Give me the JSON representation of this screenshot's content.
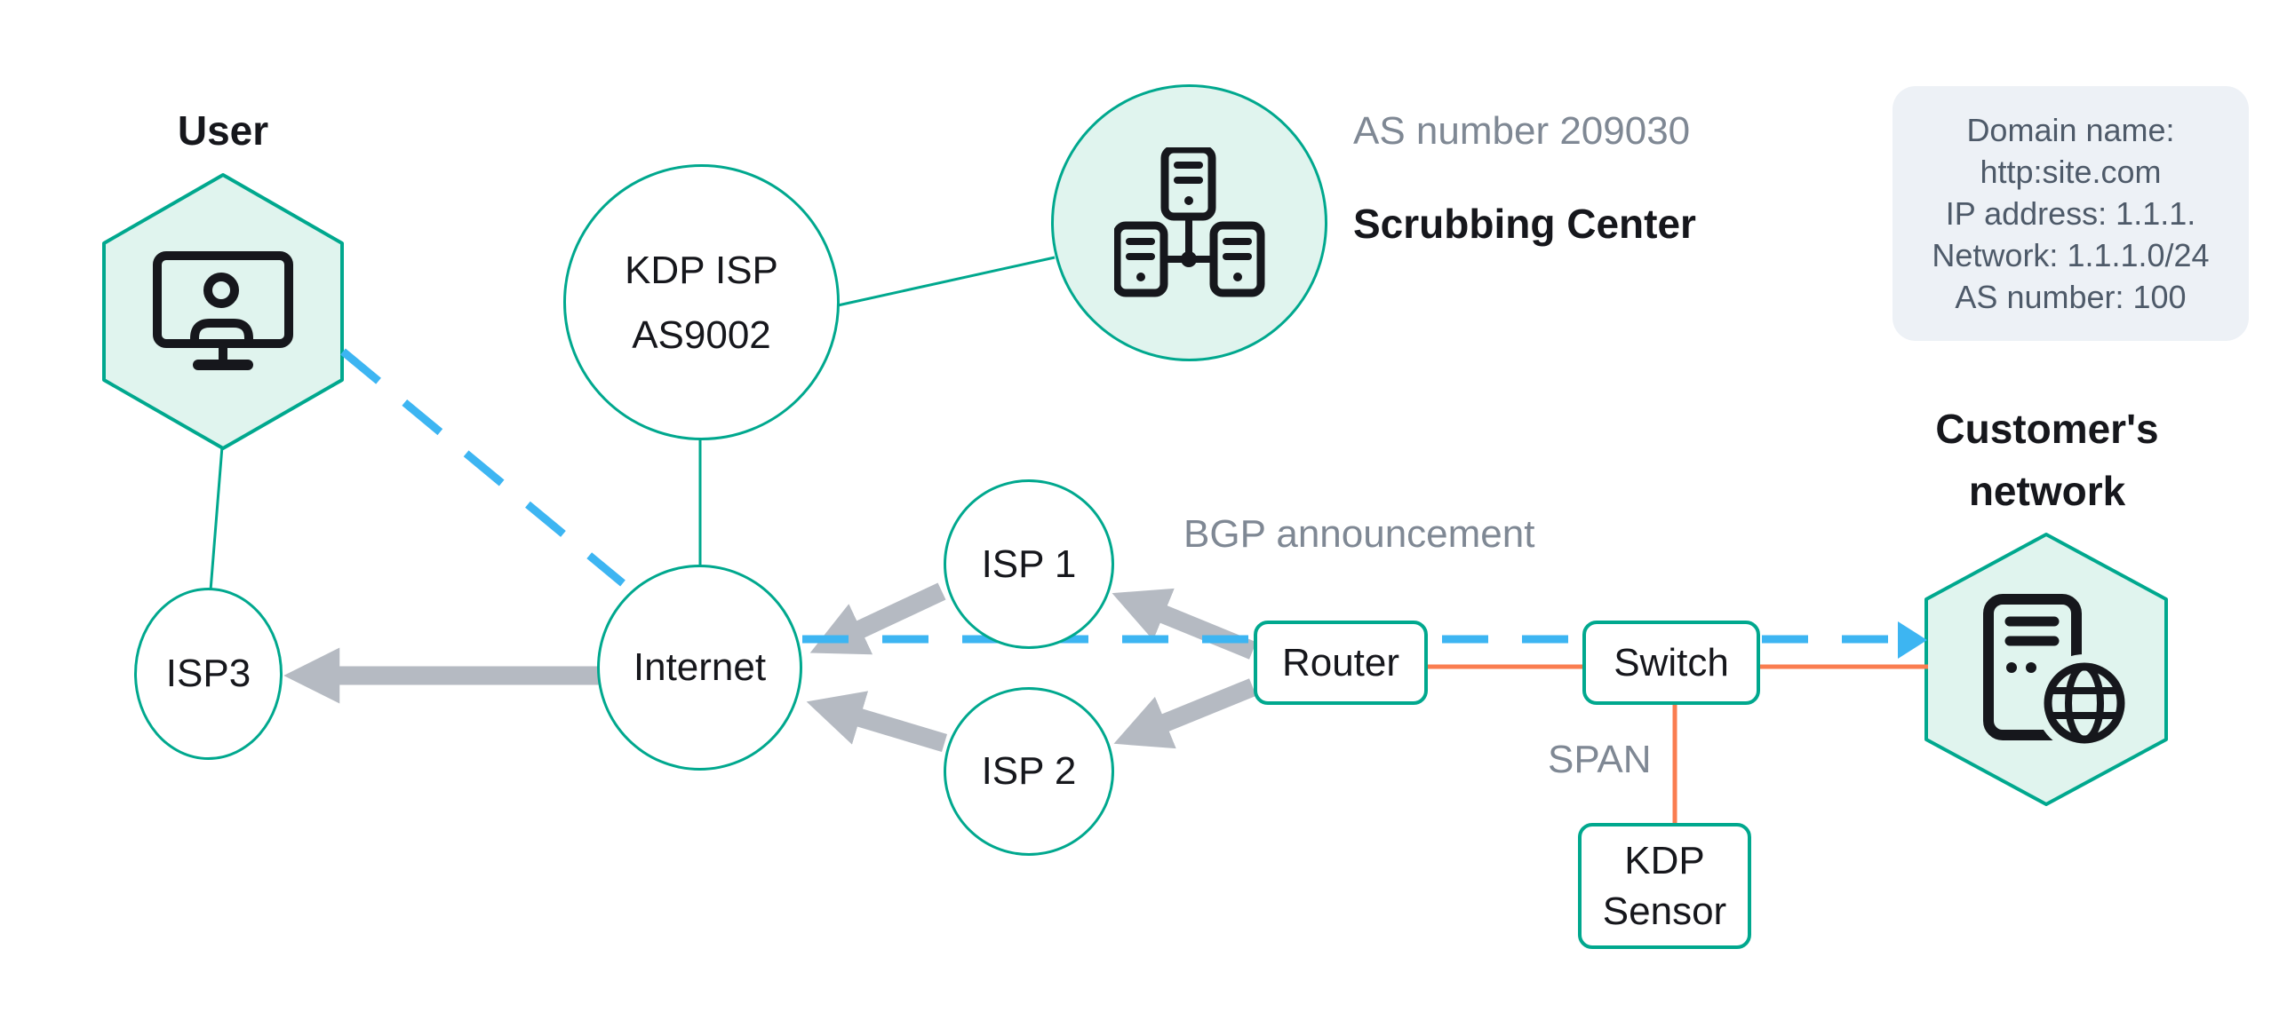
{
  "nodes": {
    "user": {
      "label": "User"
    },
    "kdp_isp": {
      "line1": "KDP ISP",
      "line2": "AS9002"
    },
    "scrubbing": {
      "as_label": "AS number 209030",
      "title": "Scrubbing Center"
    },
    "isp1": {
      "label": "ISP 1"
    },
    "isp2": {
      "label": "ISP 2"
    },
    "isp3": {
      "label": "ISP3"
    },
    "internet": {
      "label": "Internet"
    },
    "router": {
      "label": "Router"
    },
    "switch": {
      "label": "Switch"
    },
    "kdp_sensor": {
      "line1": "KDP",
      "line2": "Sensor"
    },
    "customer": {
      "title_line1": "Customer's",
      "title_line2": "network"
    }
  },
  "annotations": {
    "bgp": "BGP announcement",
    "span": "SPAN"
  },
  "info_box": {
    "lines": [
      "Domain name:",
      "http:site.com",
      "IP address: 1.1.1.",
      "Network: 1.1.1.0/24",
      "AS number: 100"
    ]
  },
  "icons": {
    "user": "monitor-user-icon",
    "scrubbing": "server-cluster-icon",
    "customer": "server-globe-icon"
  },
  "colors": {
    "accent_green": "#00a88e",
    "node_fill_green": "#e0f4ee",
    "flow_blue": "#3db5f2",
    "span_orange": "#fa7d50",
    "arrow_gray": "#b5bac2",
    "text_dark": "#16171c",
    "text_gray": "#7f8894",
    "info_bg": "#edf1f6",
    "info_text": "#4e5a69"
  }
}
